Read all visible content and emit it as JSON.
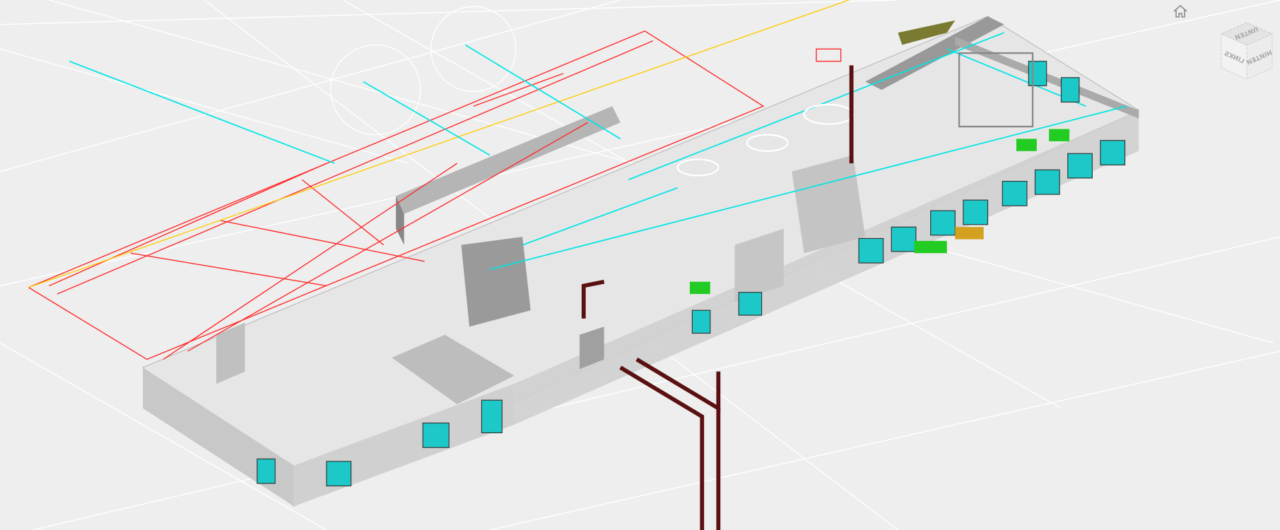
{
  "viewer": {
    "home_button": "home-icon",
    "viewcube": {
      "top_face": "UNTEN",
      "left_face": "LINKS",
      "right_face": "HINTEN"
    }
  },
  "colors": {
    "background": "#eeeeee",
    "wall": "#d9d9d9",
    "duct": "#00e5e5",
    "electrical": "#ff2a2a",
    "pipe": "#5a1010",
    "gridline": "#ffffff",
    "equipment": "#22cc22"
  }
}
